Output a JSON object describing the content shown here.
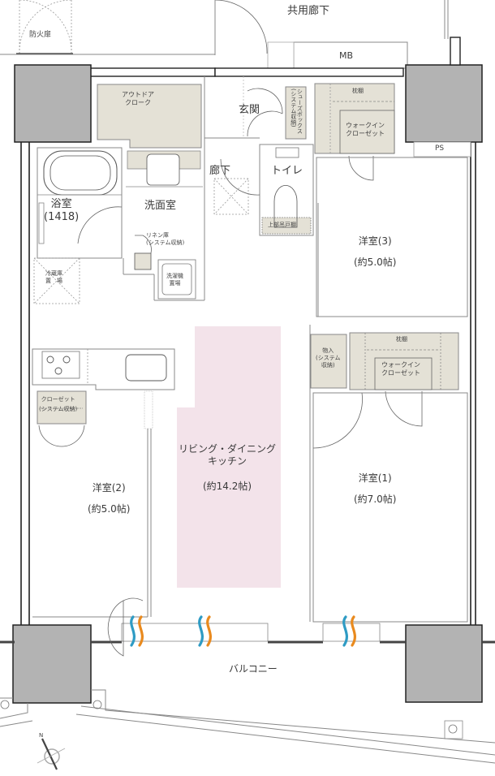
{
  "plan": {
    "colors": {
      "pillar": "#b3b3b3",
      "storage": "#e4e1d6",
      "ldk_highlight": "#f3e3ea",
      "wall": "#222222",
      "thin_line": "#777777",
      "wind_blue": "#2e9bc4",
      "wind_orange": "#e98a1e"
    },
    "common": {
      "shared_corridor": "共用廊下",
      "fire_door": "防火扉",
      "mb": "MB",
      "ps": "PS",
      "balcony": "バルコニー"
    },
    "rooms": {
      "entrance": "玄関",
      "hallway": "廊下",
      "toilet": "トイレ",
      "toilet_shelf": "上部吊戸棚",
      "bathroom": {
        "name": "浴室",
        "size": "(1418)"
      },
      "washroom": "洗面室",
      "fridge_space": [
        "冷蔵庫",
        "置　場"
      ],
      "washer_space": [
        "洗濯機",
        "置場"
      ],
      "outdoor_cloak": [
        "アウトドア",
        "クローク"
      ],
      "shoes_box": "シューズボックス(システム収納)",
      "linen": [
        "リネン庫",
        "(システム収納)"
      ],
      "wic_top": {
        "shelf": "枕棚",
        "name": [
          "ウォークイン",
          "クローゼット"
        ]
      },
      "wic_mid": {
        "shelf": "枕棚",
        "name": [
          "ウォークイン",
          "クローゼット"
        ]
      },
      "storage_mid": [
        "物入",
        "(システム",
        "収納)"
      ],
      "closet_left": [
        "クローゼット",
        "(システム収納)"
      ],
      "ldk": {
        "name_line1": "リビング・ダイニング",
        "name_line2": "キッチン",
        "size": "(約14.2帖)"
      },
      "western1": {
        "name": "洋室(1)",
        "size": "(約7.0帖)"
      },
      "western2": {
        "name": "洋室(2)",
        "size": "(約5.0帖)"
      },
      "western3": {
        "name": "洋室(3)",
        "size": "(約5.0帖)"
      }
    },
    "compass": {
      "north": "N"
    }
  }
}
